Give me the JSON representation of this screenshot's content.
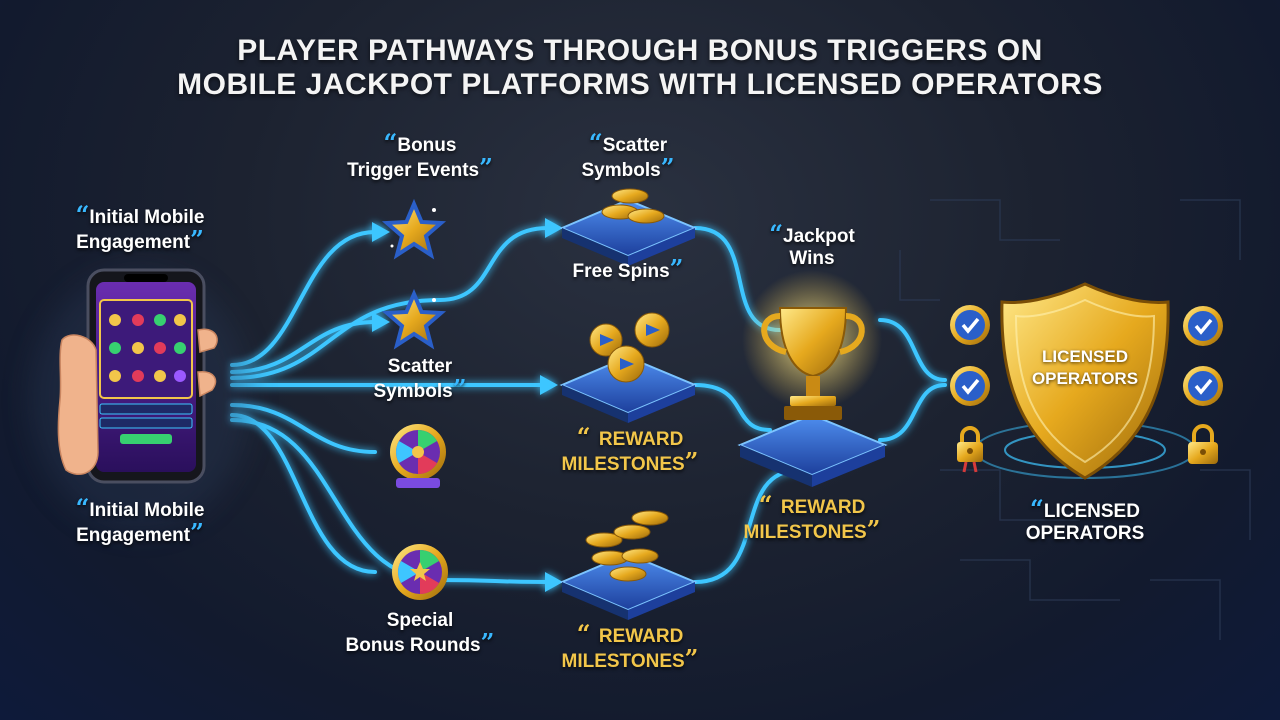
{
  "title": {
    "line1": "PLAYER PATHWAYS THROUGH BONUS TRIGGERS ON",
    "line2": "MOBILE JACKPOT PLATFORMS WITH LICENSED OPERATORS"
  },
  "labels": {
    "initial_top": {
      "quote_open": "“",
      "line1": "Initial Mobile",
      "line2": "Engagement",
      "quote_close": "”"
    },
    "initial_bottom": {
      "quote_open": "“",
      "line1": "Initial Mobile",
      "line2": "Engagement",
      "quote_close": "”"
    },
    "bonus_trigger": {
      "quote_open": "“",
      "line1": "Bonus",
      "line2": "Trigger Events",
      "quote_close": "”"
    },
    "scatter_mid": {
      "line1": "Scatter",
      "line2": "Symbols",
      "quote_close": "”"
    },
    "special_bonus": {
      "line1": "Special",
      "line2": "Bonus Rounds",
      "quote_close": "”"
    },
    "scatter_top": {
      "quote_open": "“",
      "line1": "Scatter",
      "line2": "Symbols",
      "quote_close": "”"
    },
    "free_spins": {
      "line1": "Free Spins",
      "quote_close": "”"
    },
    "reward_1": {
      "quote_open": "“ ",
      "line1": "REWARD",
      "line2": "MILESTONES",
      "quote_close": "”"
    },
    "reward_2": {
      "quote_open": "“ ",
      "line1": "REWARD",
      "line2": "MILESTONES",
      "quote_close": "”"
    },
    "reward_3": {
      "quote_open": "“ ",
      "line1": "REWARD",
      "line2": "MILESTONES",
      "quote_close": "”"
    },
    "jackpot": {
      "quote_open": "“",
      "line1": "Jackpot",
      "line2": "Wins"
    },
    "licensed_bottom": {
      "quote_open": "“",
      "line1": "LICENSED",
      "line2": "OPERATORS"
    }
  },
  "shield": {
    "line1": "LICENSED",
    "line2": "OPERATORS"
  },
  "icons": {
    "phone": "smartphone-slot-icon",
    "star1": "star-icon",
    "star2": "star-icon",
    "wheel1": "bonus-wheel-icon",
    "wheel2": "bonus-wheel-icon",
    "coins": "coin-stack-icon",
    "trophy": "trophy-icon",
    "shield": "shield-icon",
    "check": "checkmark-badge-icon",
    "lock": "padlock-icon"
  },
  "colors": {
    "path_blue": "#3ec6ff",
    "gold": "#f2c64a",
    "platform": "#2a5fc9"
  }
}
